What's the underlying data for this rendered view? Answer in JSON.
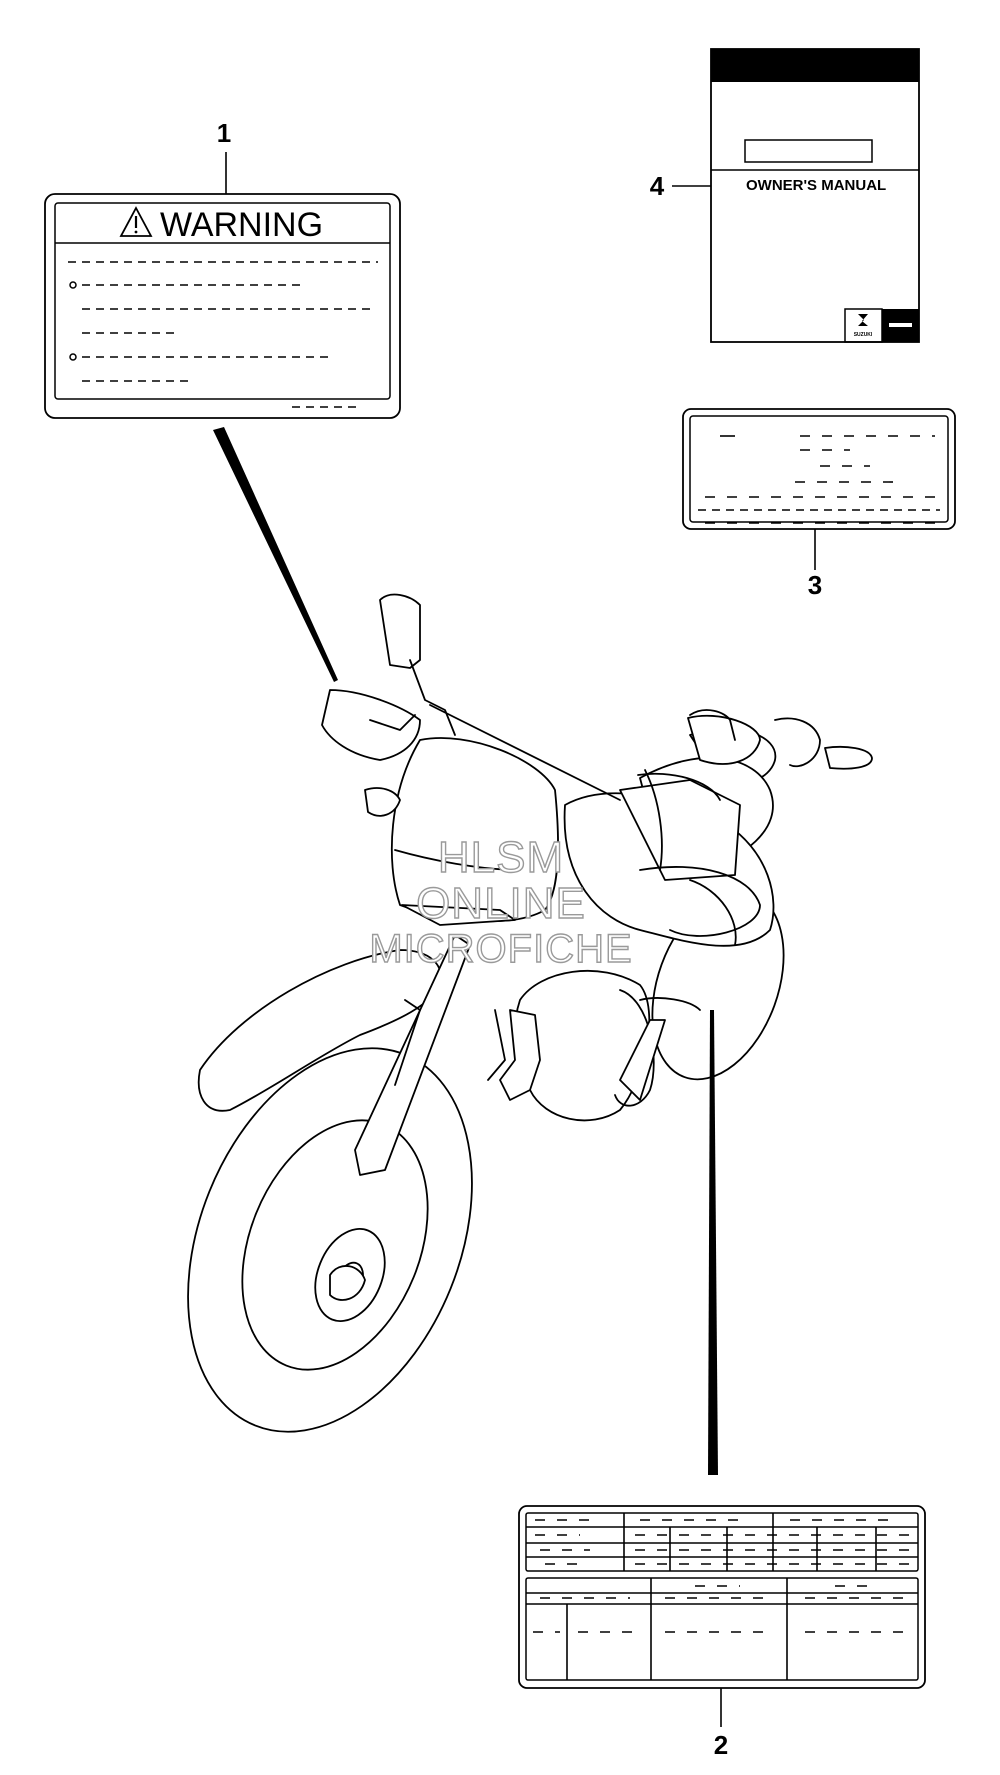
{
  "callouts": {
    "c1": "1",
    "c2": "2",
    "c3": "3",
    "c4": "4"
  },
  "warning_label": {
    "heading": "WARNING"
  },
  "owners_manual": {
    "title": "OWNER'S MANUAL",
    "logo_text": "SUZUKI"
  },
  "watermark": {
    "line1": "HLSM",
    "line2": "ONLINE",
    "line3": "MICROFICHE"
  }
}
